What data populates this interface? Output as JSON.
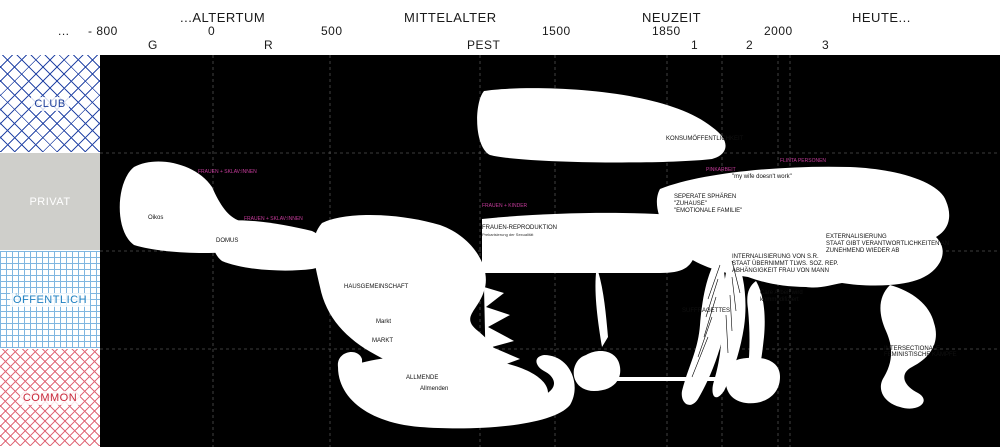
{
  "timeline": {
    "years": [
      "...",
      "- 800",
      "0",
      "500",
      "1500",
      "1850",
      "2000"
    ],
    "eras": [
      "...ALTERTUM",
      "MITTELALTER",
      "NEUZEIT",
      "HEUTE..."
    ],
    "markers": [
      "G",
      "R",
      "PEST",
      "1",
      "2",
      "3"
    ]
  },
  "lanes": [
    "CLUB",
    "PRIVAT",
    "ÖFFENTLICH",
    "COMMON"
  ],
  "labels": {
    "konsum": "KONSUMÖFFENTLICHKEIT",
    "frauen_sklavinnen_1": "FRAUEN + SKLAV:INNEN",
    "frauen_sklavinnen_2": "FRAUEN + SKLAV:INNEN",
    "oikos": "Oikos",
    "domus": "DOMUS",
    "hausgemeinschaft": "HAUSGEMEINSCHAFT",
    "markt_small": "Markt",
    "markt": "MARKT",
    "allmende": "ALLMENDE",
    "allmenden": "Allmenden",
    "frauen_kinder": "FRAUEN + KINDER",
    "reproduktion_1": "FRAUEN-REPRODUKTION",
    "reproduktion_2": "Prekarisierung der Sexualität",
    "seperate_1": "SEPERATE SPHÄREN",
    "seperate_2": "\"ZUHAUSE\"",
    "seperate_3": "\"EMOTIONALE FAMILIE\"",
    "wife": "\"my wife doesn't work\"",
    "pinkarbeit": "PINKARBEIT",
    "flinta": "FLINTA PERSONEN",
    "internal_1": "INTERNALISIERUNG VON S.R.",
    "internal_2": "STAAT ÜBERNIMMT TLWS. SOZ. REP.",
    "internal_3": "ABHÄNGIGKEIT FRAU VON MANN",
    "extern_1": "EXTERNALISIERUNG",
    "extern_2": "STAAT GIBT VERANTWORTLICHKEITEN AN",
    "extern_3": "ZUNEHMEND WIEDER AB",
    "care_1": "Care Arbeit wird",
    "care_2": "kommodifiziert",
    "suffragettes": "SUFFRAGETTES",
    "inter_1": "INTERSECTIONALE",
    "inter_2": "FEMINISTISCHE KÄMPFE"
  },
  "colors": {
    "canvas": "#000000",
    "shape": "#ffffff",
    "club": "#1e3f9b",
    "privat": "#cfcfcb",
    "oeffentlich": "#1e7fc0",
    "common": "#c8283a",
    "annotation_pink": "#c43b9a"
  }
}
